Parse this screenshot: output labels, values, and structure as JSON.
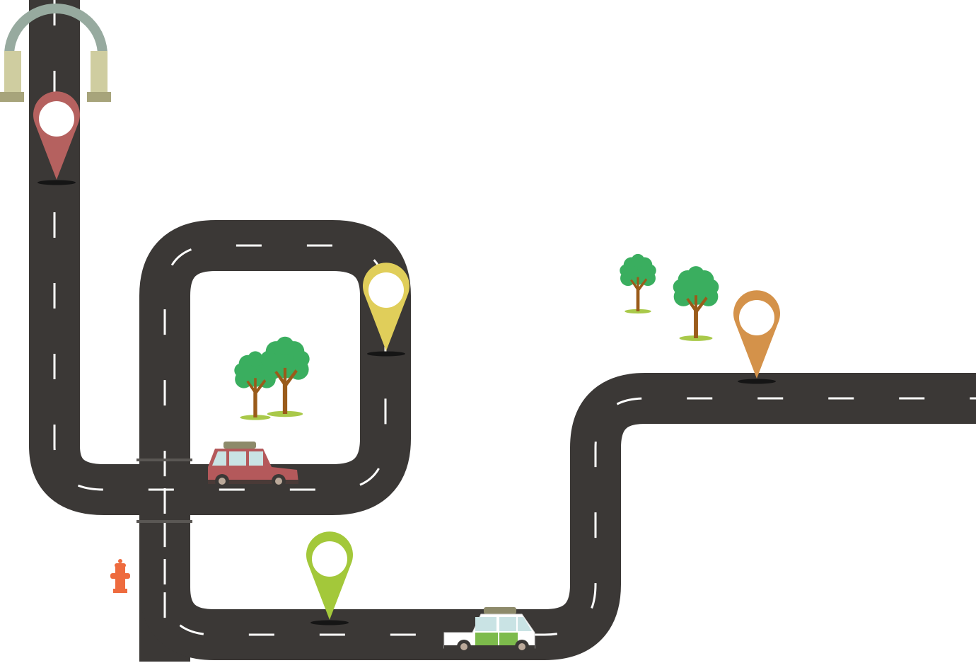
{
  "colors": {
    "road": "#3b3836",
    "dash": "#ffffff",
    "tree_leaf": "#3aae5f",
    "tree_trunk": "#9a5b1a",
    "grass": "#a9c94a",
    "gate_arch": "#97aa9f",
    "gate_pillar": "#cfcda0",
    "gate_base": "#a7a47b",
    "hydrant": "#ee6b3e"
  },
  "markers": [
    {
      "id": "marker-red",
      "color": "#b5615f"
    },
    {
      "id": "marker-yellow",
      "color": "#e0ce5a"
    },
    {
      "id": "marker-green",
      "color": "#a3c83a"
    },
    {
      "id": "marker-orange",
      "color": "#d4924a"
    }
  ],
  "cars": [
    {
      "id": "car-red",
      "body": "#b4595b",
      "window": "#c9e3e4",
      "roof_bag": "#8d8a6a"
    },
    {
      "id": "car-white",
      "body": "#ffffff",
      "window": "#c9e3e4",
      "door": "#7dbb4c",
      "roof_bag": "#8d8a6a"
    }
  ],
  "icons": [
    "gate-icon",
    "tree-icon",
    "car-icon",
    "location-pin-icon",
    "fire-hydrant-icon"
  ]
}
